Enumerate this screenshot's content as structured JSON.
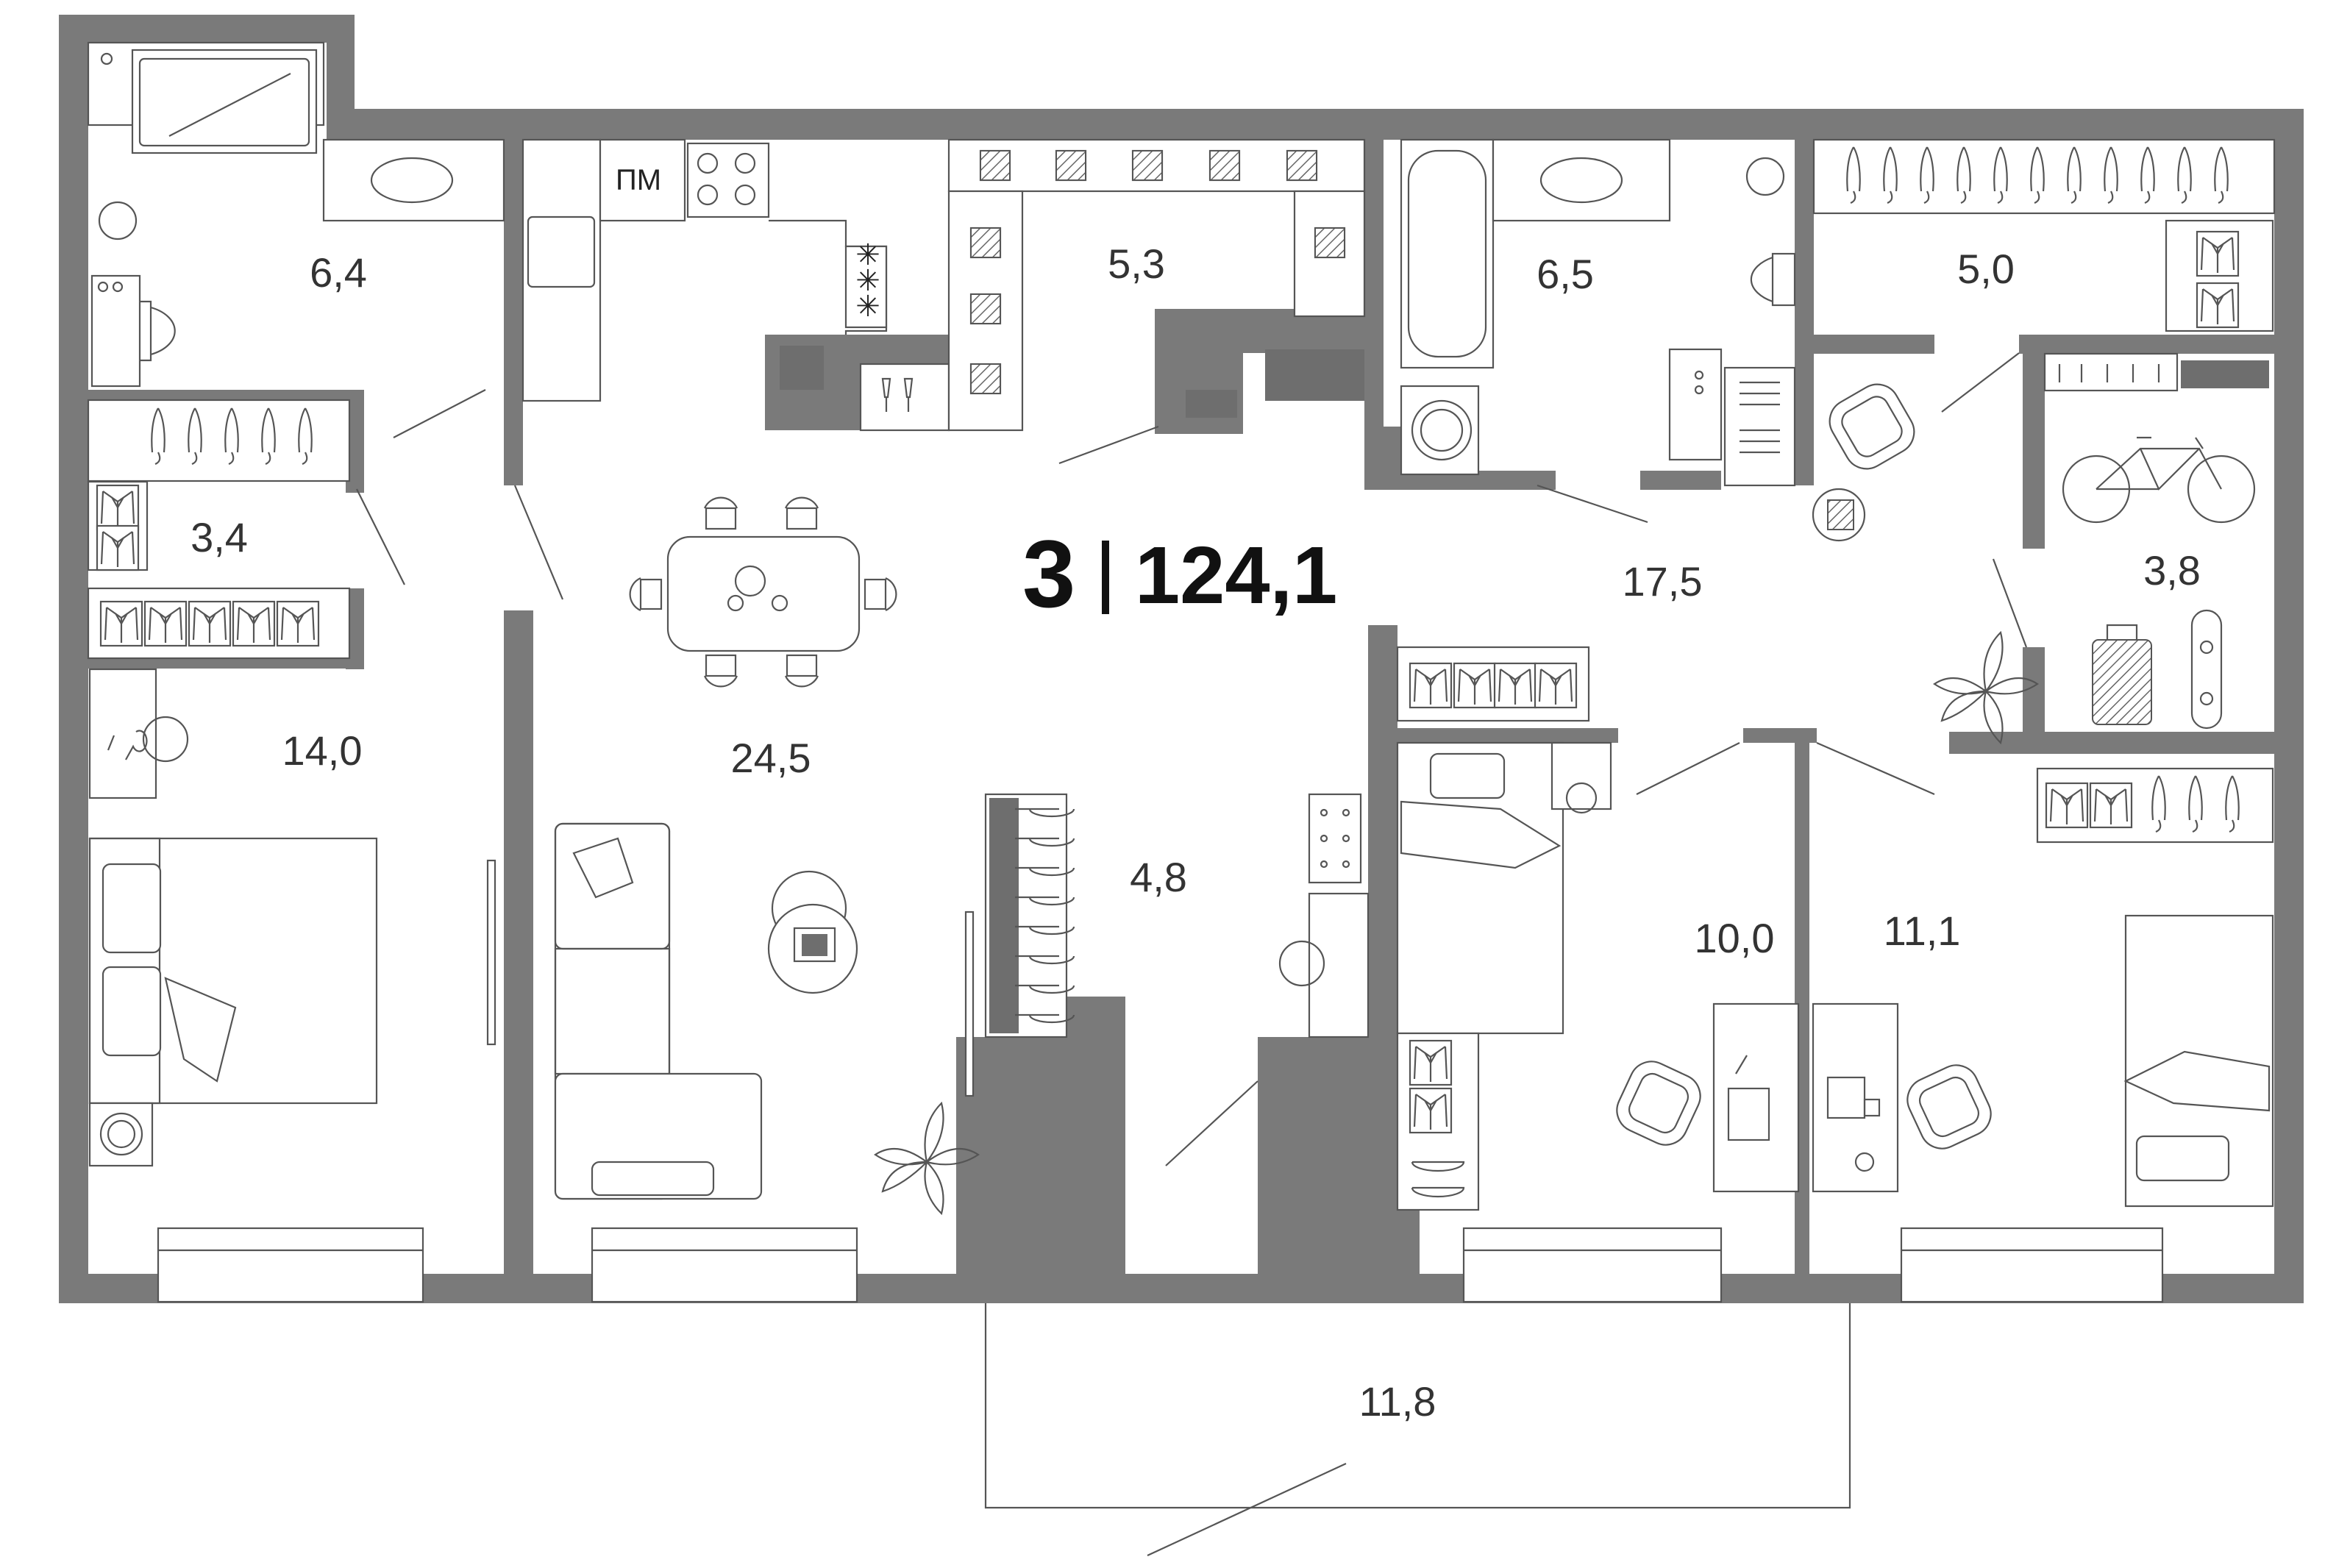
{
  "apartment": {
    "rooms_count": "3",
    "separator": "|",
    "total_area": "124,1"
  },
  "rooms": {
    "bathroom_left": "6,4",
    "wardrobe_left": "3,4",
    "bedroom_left": "14,0",
    "kitchen_living": "24,5",
    "pantry_kitchen": "5,3",
    "bathroom_center": "6,5",
    "wardrobe_right": "5,0",
    "hall": "17,5",
    "storage": "3,8",
    "corridor": "4,8",
    "bedroom_center": "10,0",
    "bedroom_right": "11,1",
    "balcony": "11,8"
  },
  "labels": {
    "dishwasher": "ПМ"
  },
  "colors": {
    "wall": "#7a7a7a",
    "line": "#555555",
    "background": "#ffffff"
  }
}
